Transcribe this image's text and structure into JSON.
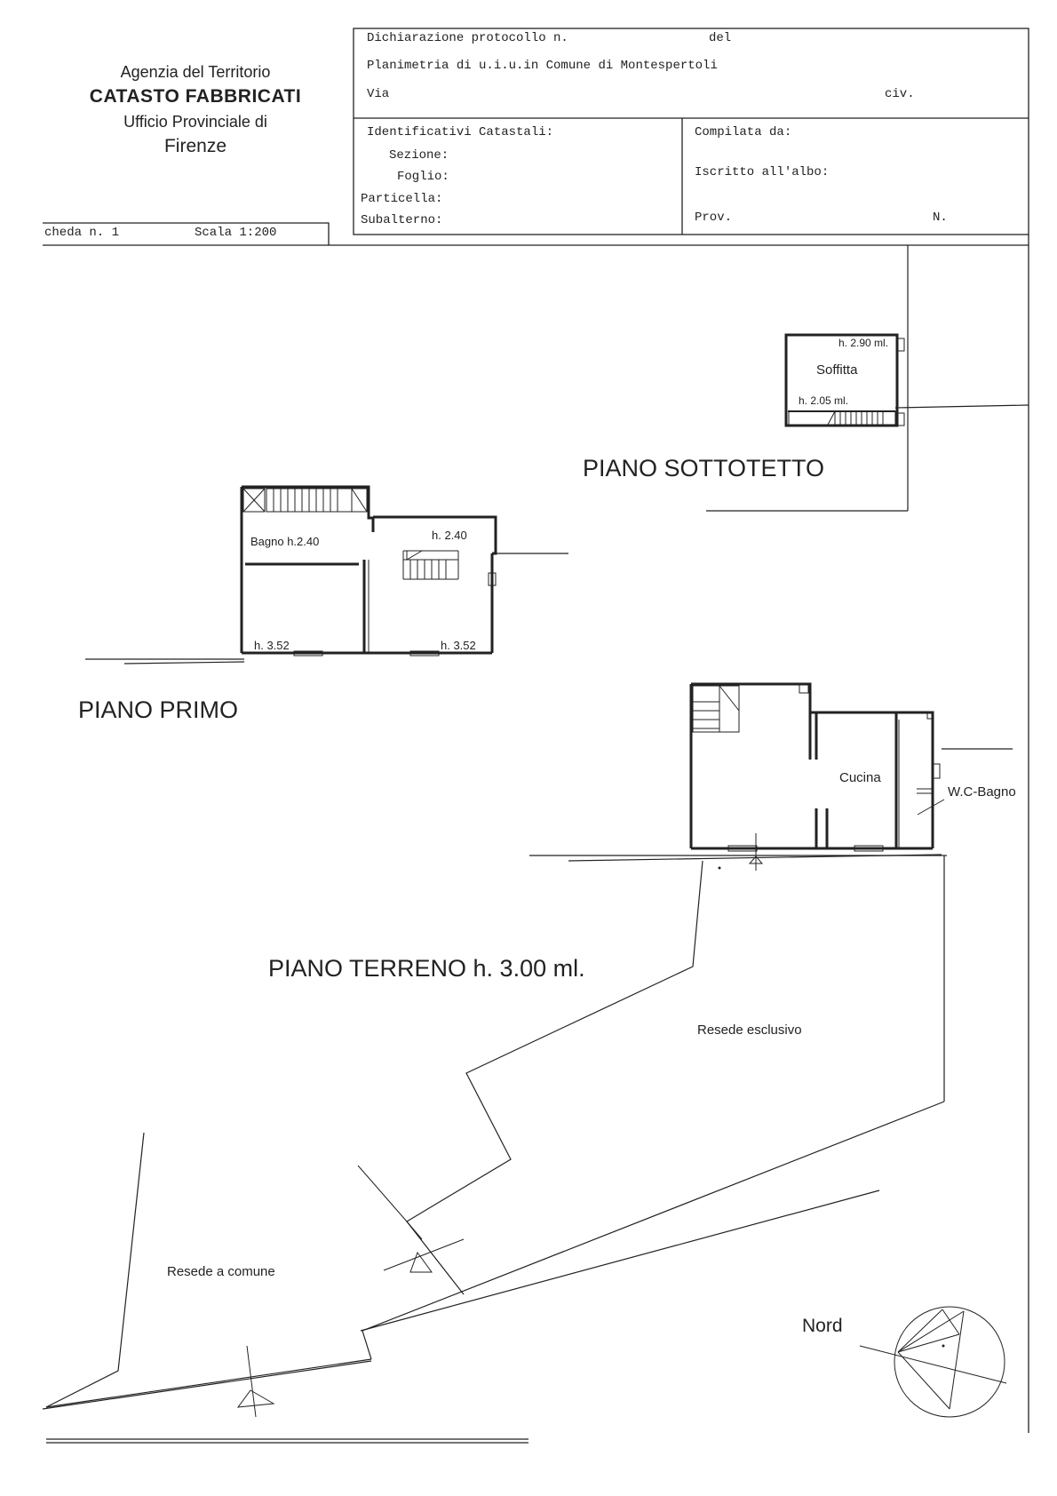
{
  "header": {
    "agency_line1": "Agenzia del Territorio",
    "agency_line2": "CATASTO FABBRICATI",
    "agency_line3": "Ufficio Provinciale di",
    "agency_line4": "Firenze",
    "scheda": "cheda n. 1",
    "scala": "Scala 1:200",
    "dichiarazione": "Dichiarazione protocollo n.",
    "del": "del",
    "planimetria": "Planimetria di u.i.u.in Comune di Montespertoli",
    "via": "Via",
    "civ": "civ.",
    "identificativi": "Identificativi Catastali:",
    "sezione": "Sezione:",
    "foglio": "Foglio:",
    "particella": "Particella:",
    "subalterno": "Subalterno:",
    "compilata": "Compilata da:",
    "iscritto": "Iscritto all'albo:",
    "prov": "Prov.",
    "n": "N."
  },
  "plan": {
    "sottotetto": {
      "title": "PIANO SOTTOTETTO",
      "h_top": "h. 2.90 ml.",
      "room": "Soffitta",
      "h_bottom": "h. 2.05 ml."
    },
    "primo": {
      "title": "PIANO PRIMO",
      "bagno": "Bagno h.2.40",
      "h_room": "h. 2.40",
      "h_left": "h. 3.52",
      "h_right": "h. 3.52"
    },
    "terreno": {
      "title": "PIANO TERRENO h. 3.00 ml.",
      "cucina": "Cucina",
      "wc": "W.C-Bagno",
      "resede_esclusivo": "Resede esclusivo",
      "resede_comune": "Resede a comune"
    },
    "nord": "Nord"
  }
}
